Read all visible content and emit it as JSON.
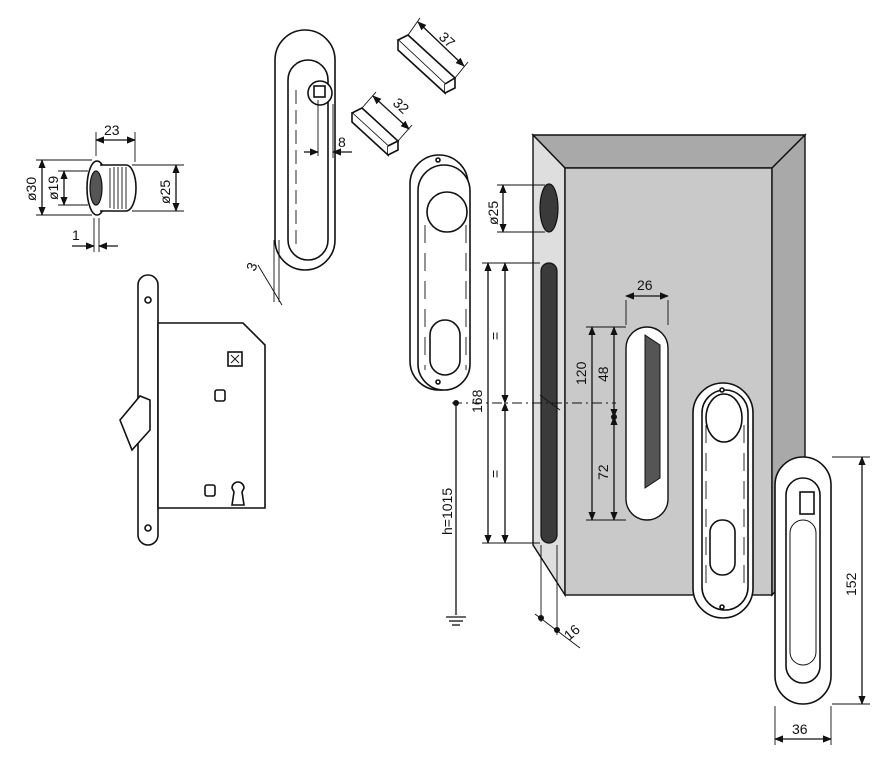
{
  "dimensions": {
    "d_outer_30": "ø30",
    "d_inner_19": "ø19",
    "length_23": "23",
    "d_25_cylinder": "ø25",
    "flange_1": "1",
    "spindle_37": "37",
    "spindle_32": "32",
    "offset_8": "8",
    "thickness_3": "3",
    "hole_d_25": "ø25",
    "slot_26": "26",
    "dim_48": "48",
    "dim_72": "72",
    "dim_120": "120",
    "dim_168": "168",
    "equal_top": "=",
    "equal_bottom": "=",
    "height_1015": "h=1015",
    "dim_16": "16",
    "dim_152": "152",
    "dim_36": "36"
  },
  "colors": {
    "line": "#111111",
    "block_front": "#c9c9c9",
    "block_top": "#a9a9a9",
    "block_side": "#dedede",
    "hole": "#3a3a3a"
  }
}
